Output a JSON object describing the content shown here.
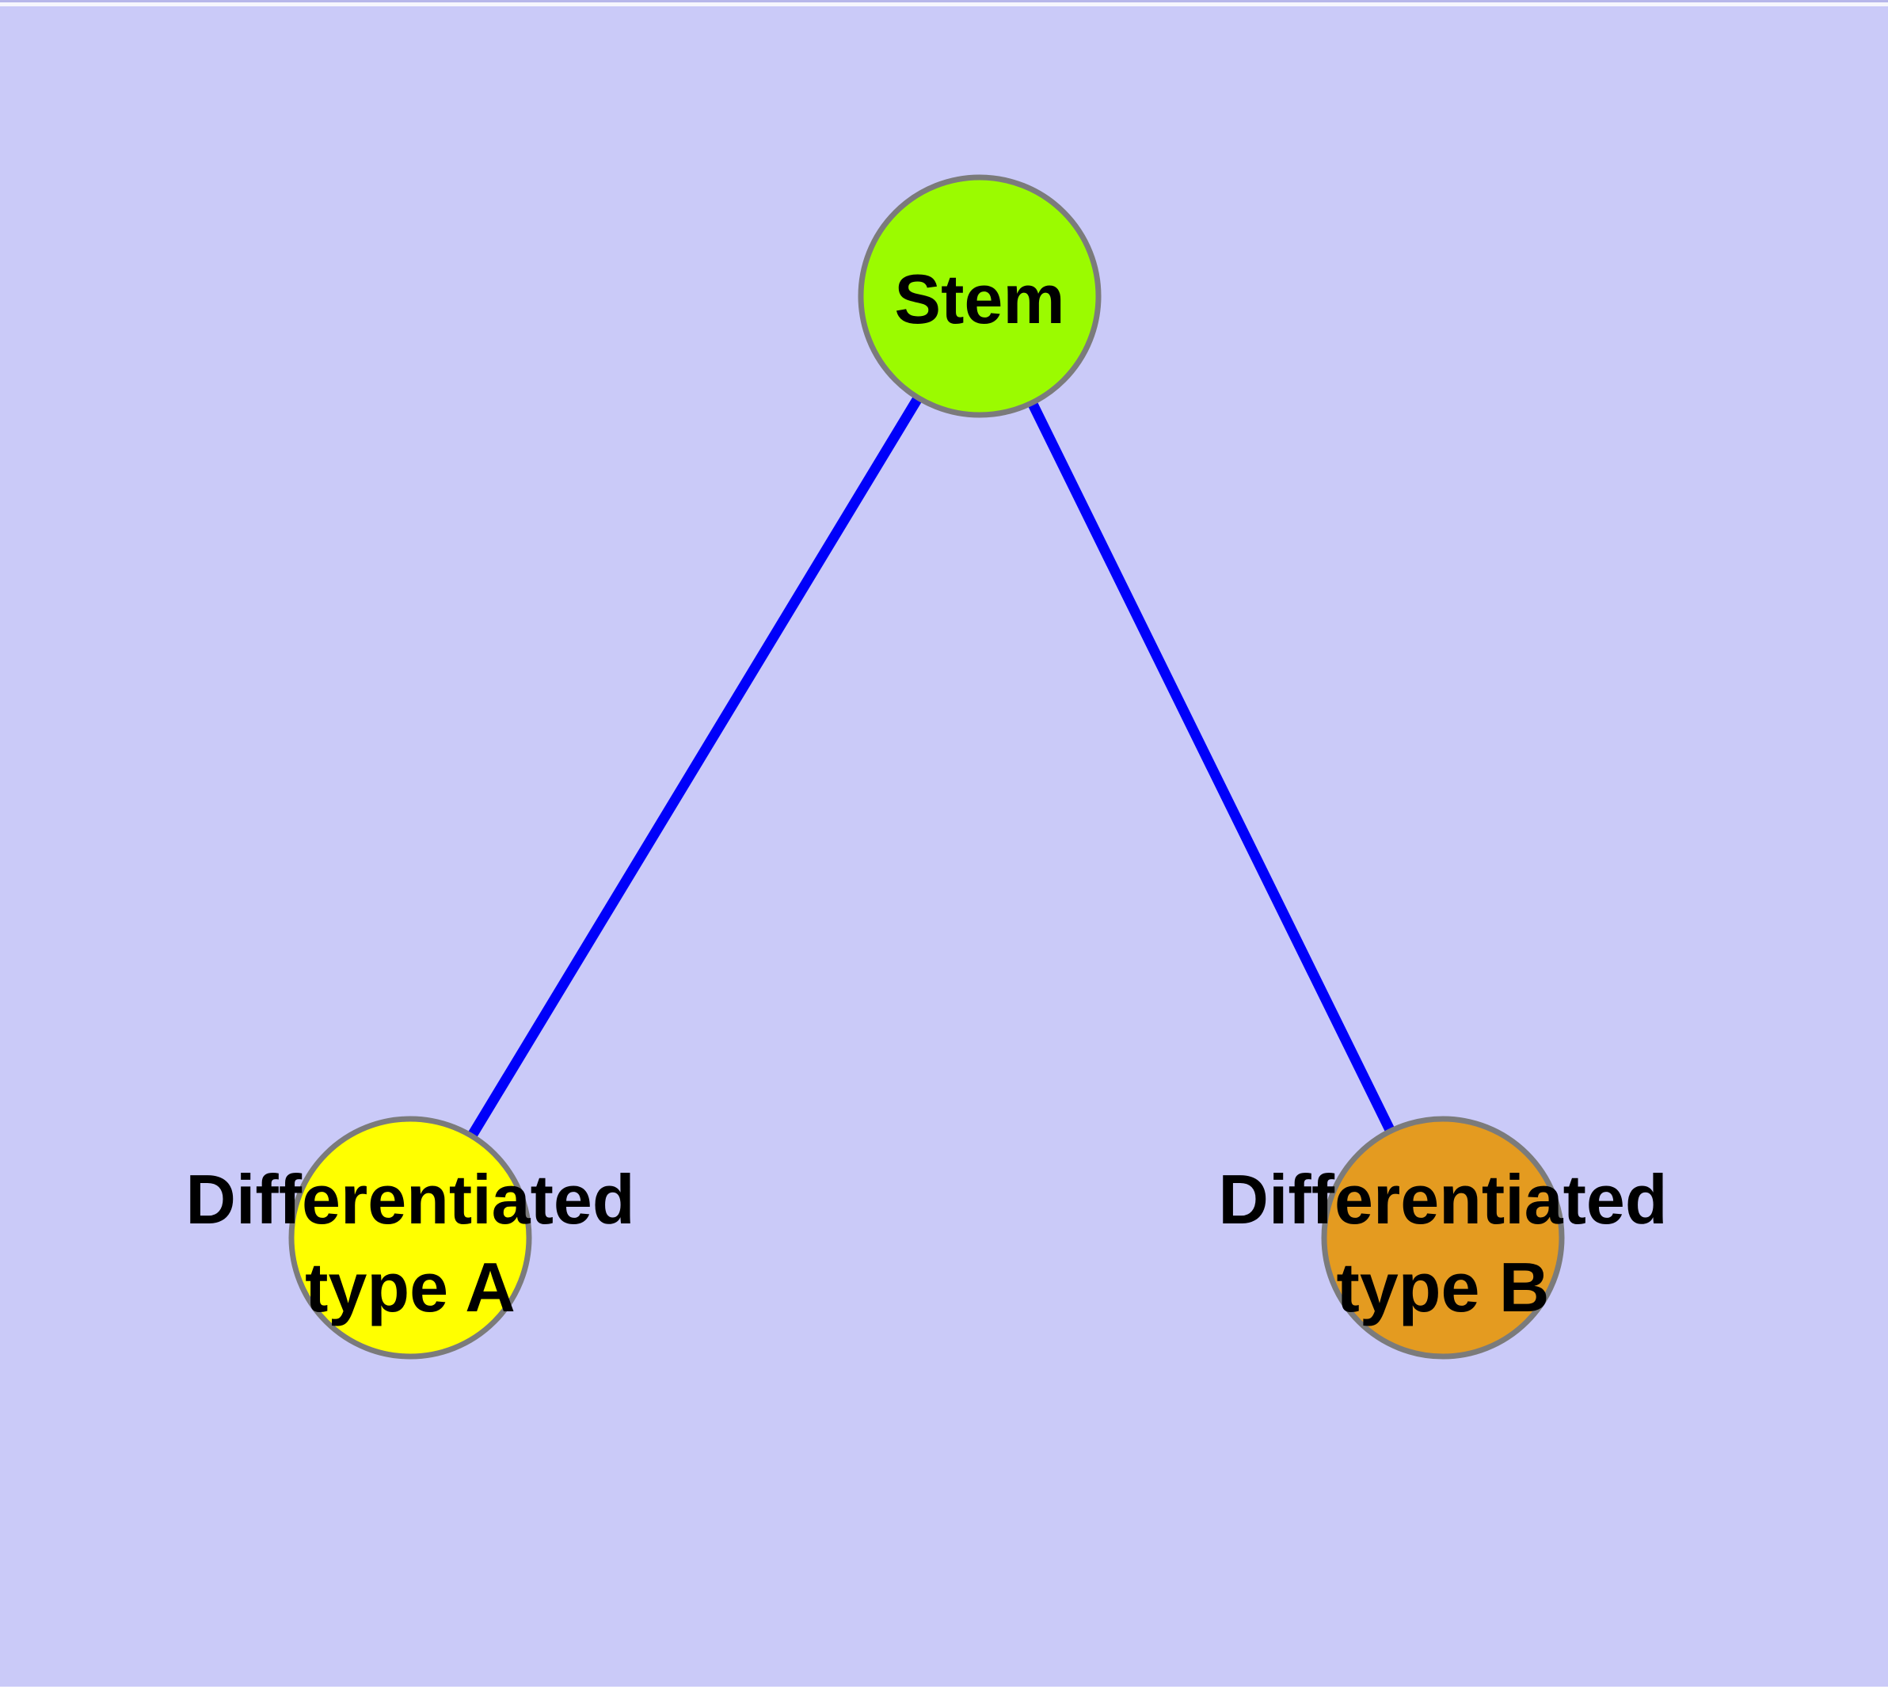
{
  "diagram": {
    "type": "graph",
    "background_color": "#cacaf8",
    "edge_color": "#0000fa",
    "node_border_color": "#7b7b7b",
    "label_color": "#000000",
    "nodes": [
      {
        "id": "stem",
        "label": "Stem",
        "fill": "#9bfb00"
      },
      {
        "id": "differentiated-type-a",
        "label": "Differentiated type A",
        "line1": "Differentiated",
        "line2": "type A",
        "fill": "#ffff00"
      },
      {
        "id": "differentiated-type-b",
        "label": "Differentiated type B",
        "line1": "Differentiated",
        "line2": "type B",
        "fill": "#e49b20"
      }
    ],
    "edges": [
      {
        "from": "Stem",
        "to": "Differentiated type A"
      },
      {
        "from": "Stem",
        "to": "Differentiated type B"
      }
    ]
  }
}
